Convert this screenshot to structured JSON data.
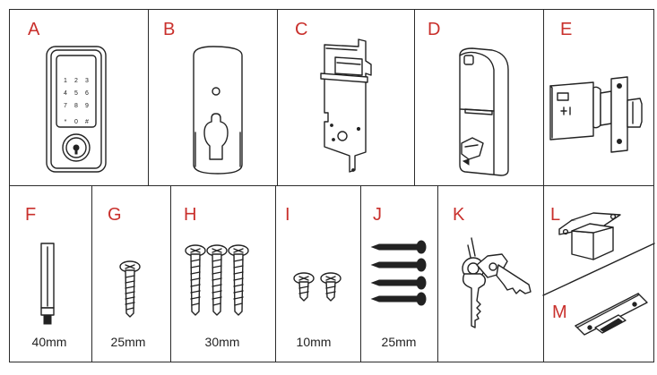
{
  "diagram": {
    "parts": [
      {
        "letter": "A",
        "icon": "keypad-exterior-assembly-icon"
      },
      {
        "letter": "B",
        "icon": "mounting-plate-icon"
      },
      {
        "letter": "C",
        "icon": "mounting-bracket-icon"
      },
      {
        "letter": "D",
        "icon": "interior-assembly-icon"
      },
      {
        "letter": "E",
        "icon": "latch-icon"
      },
      {
        "letter": "F",
        "icon": "spindle-icon",
        "size": "40mm"
      },
      {
        "letter": "G",
        "icon": "screw-icon",
        "size": "25mm"
      },
      {
        "letter": "H",
        "icon": "screws-three-icon",
        "size": "30mm"
      },
      {
        "letter": "I",
        "icon": "screws-two-icon",
        "size": "10mm"
      },
      {
        "letter": "J",
        "icon": "wood-screws-icon",
        "size": "25mm"
      },
      {
        "letter": "K",
        "icon": "keys-icon"
      },
      {
        "letter": "L",
        "icon": "strike-box-icon"
      },
      {
        "letter": "M",
        "icon": "strike-plate-icon"
      }
    ],
    "keypad_keys": [
      "1",
      "2",
      "3",
      "4",
      "5",
      "6",
      "7",
      "8",
      "9",
      "*",
      "0",
      "#"
    ],
    "colors": {
      "letter": "#c9302c",
      "line": "#222222",
      "background": "#ffffff"
    }
  }
}
